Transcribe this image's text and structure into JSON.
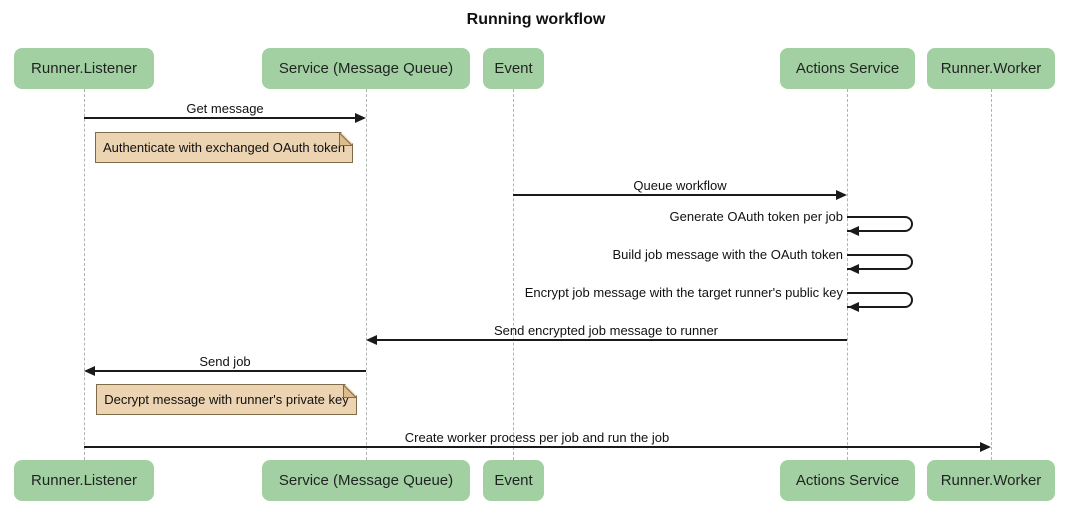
{
  "title": "Running workflow",
  "diagram_type": "sequence",
  "colors": {
    "actor_fill": "#a3d0a3",
    "note_fill": "#ecd3b1",
    "note_border": "#7d6b49",
    "message_line": "#1a1a1a",
    "lifeline": "#b3b3b3",
    "background": "#ffffff"
  },
  "participants": [
    {
      "label": "Runner.Listener"
    },
    {
      "label": "Service (Message Queue)"
    },
    {
      "label": "Event"
    },
    {
      "label": "Actions Service"
    },
    {
      "label": "Runner.Worker"
    }
  ],
  "messages": [
    {
      "label": "Get message",
      "from": "Runner.Listener",
      "to": "Service (Message Queue)",
      "direction": "right",
      "type": "solid"
    },
    {
      "label": "Queue workflow",
      "from": "Event",
      "to": "Actions Service",
      "direction": "right",
      "type": "solid"
    },
    {
      "label": "Generate OAuth token per job",
      "from": "Actions Service",
      "to": "Actions Service",
      "direction": "self",
      "type": "self-loop"
    },
    {
      "label": "Build job message with the OAuth token",
      "from": "Actions Service",
      "to": "Actions Service",
      "direction": "self",
      "type": "self-loop"
    },
    {
      "label": "Encrypt job message with the target runner's public key",
      "from": "Actions Service",
      "to": "Actions Service",
      "direction": "self",
      "type": "self-loop"
    },
    {
      "label": "Send encrypted job message to runner",
      "from": "Actions Service",
      "to": "Service (Message Queue)",
      "direction": "left",
      "type": "solid"
    },
    {
      "label": "Send job",
      "from": "Service (Message Queue)",
      "to": "Runner.Listener",
      "direction": "left",
      "type": "solid"
    },
    {
      "label": "Create worker process per job and run the job",
      "from": "Runner.Listener",
      "to": "Runner.Worker",
      "direction": "right",
      "type": "solid"
    }
  ],
  "notes": [
    {
      "label": "Authenticate with exchanged OAuth token",
      "position": "right of Runner.Listener"
    },
    {
      "label": "Decrypt message with runner's private key",
      "position": "right of Runner.Listener"
    }
  ]
}
